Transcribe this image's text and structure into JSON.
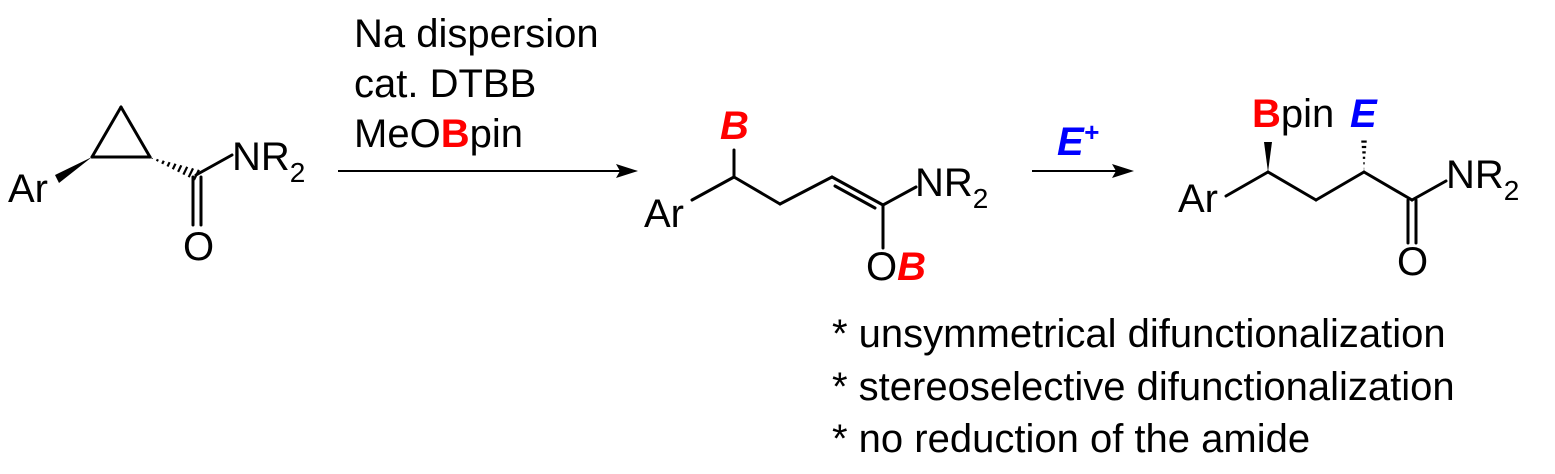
{
  "colors": {
    "boron": "#ff0000",
    "electrophile": "#0000ff",
    "text": "#000000"
  },
  "reactant": {
    "aryl": "Ar",
    "amine_main": "NR",
    "amine_sub": "2",
    "oxygen": "O"
  },
  "conditions": {
    "line1": "Na dispersion",
    "line2": "cat. DTBB",
    "line3_prefix": "MeO",
    "line3_boron": "B",
    "line3_suffix": "pin"
  },
  "intermediate": {
    "boron_top": "B",
    "aryl": "Ar",
    "amine_main": "NR",
    "amine_sub": "2",
    "oxygen": "O",
    "boron_oxygen": "B"
  },
  "step2": {
    "electrophile": "E",
    "charge": "+"
  },
  "product": {
    "boron": "B",
    "pin": "pin",
    "electrophile": "E",
    "aryl": "Ar",
    "amine_main": "NR",
    "amine_sub": "2",
    "oxygen": "O"
  },
  "notes": [
    "* unsymmetrical difunctionalization",
    "* stereoselective difunctionalization",
    "* no reduction of the amide"
  ]
}
